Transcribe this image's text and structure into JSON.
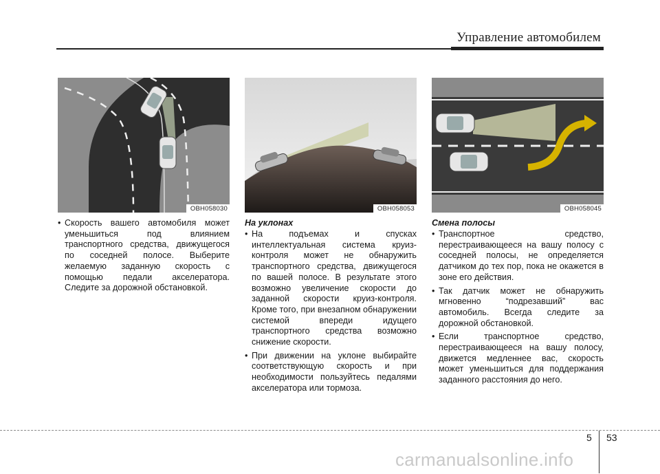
{
  "header": {
    "title": "Управление автомобилем"
  },
  "columns": [
    {
      "figure_code": "OBH058030",
      "section_title": "",
      "bullets": [
        "Скорость вашего автомобиля может уменьшиться под влиянием транспортного средства, движущегося по соседней полосе. Выберите желаемую заданную скорость с помощью педали акселератора. Следите за дорожной обстановкой."
      ]
    },
    {
      "figure_code": "OBH058053",
      "section_title": "На уклонах",
      "bullets": [
        "На подъемах и спусках интеллектуальная система круиз-контроля может не обнаружить транспортного средства, движущегося по вашей полосе. В результате этого возможно увеличение скорости до заданной скорости круиз-контроля. Кроме того, при внезапном обнаружении системой впереди идущего транспортного средства возможно снижение скорости.",
        "При движении на уклоне выбирайте соответствующую скорость и при необходимости пользуйтесь педалями акселератора или тормоза."
      ]
    },
    {
      "figure_code": "OBH058045",
      "section_title": "Смена полосы",
      "bullets": [
        "Транспортное средство, перестраивающееся на вашу полосу с соседней полосы, не определяется датчиком до тех пор, пока не окажется в зоне его действия.",
        "Так датчик может не обнаружить мгновенно “подрезавший” вас автомобиль. Всегда следите за дорожной обстановкой.",
        "Если транспортное средство, перестраивающееся на вашу полосу, движется медленнее вас, скорость может уменьшиться для поддержания заданного расстояния до него."
      ]
    }
  ],
  "footer": {
    "chapter": "5",
    "page": "53",
    "watermark": "carmanualsonline.info"
  }
}
